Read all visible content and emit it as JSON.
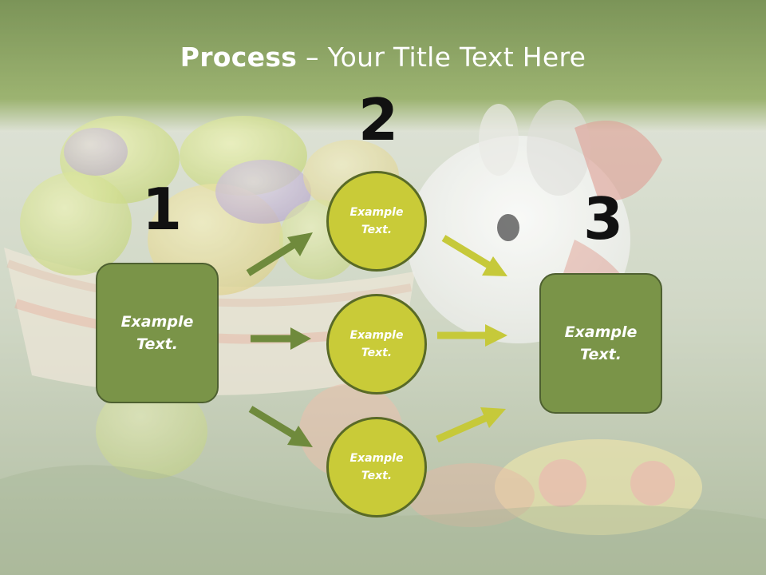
{
  "slide": {
    "title_bold": "Process",
    "title_rest": " – Your Title Text Here"
  },
  "steps": [
    {
      "number": "1",
      "text": "Example\nText."
    },
    {
      "number": "2",
      "text": ""
    },
    {
      "number": "3",
      "text": "Example\nText."
    }
  ],
  "circles": [
    {
      "text": "Example\nText."
    },
    {
      "text": "Example\nText."
    },
    {
      "text": "Example\nText."
    }
  ],
  "colors": {
    "header_green": "#7b9a46",
    "box_fill": "#7a9448",
    "circle_fill": "#c9cb38",
    "arrow_dark": "#6f8a3c",
    "arrow_light": "#c6c93a"
  }
}
